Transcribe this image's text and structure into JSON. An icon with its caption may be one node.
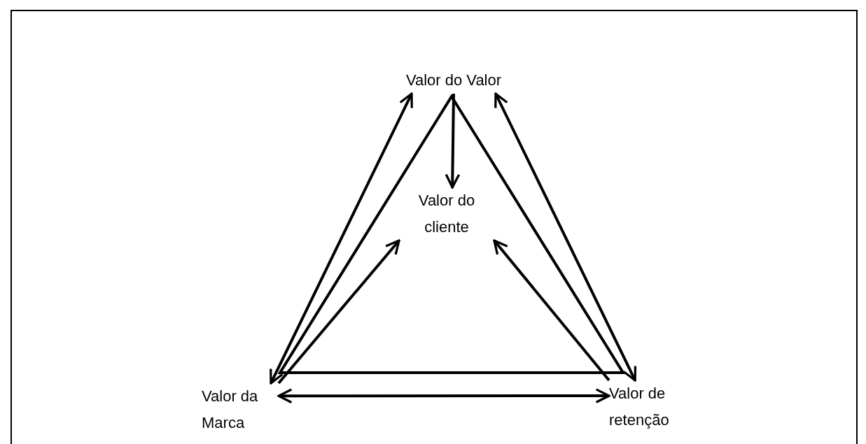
{
  "diagram": {
    "nodes": [
      {
        "text": [
          "Valor do Valor"
        ]
      },
      {
        "text": [
          "Valor do cliente"
        ]
      },
      {
        "text": [
          "Valor da Marca"
        ]
      },
      {
        "text": [
          "Valor de retenção"
        ]
      }
    ],
    "edges": [
      {
        "from": 0,
        "to": 2,
        "arrow": "both"
      },
      {
        "from": 0,
        "to": 3,
        "arrow": "both"
      },
      {
        "from": 2,
        "to": 3,
        "arrow": "both"
      },
      {
        "from": 0,
        "to": 1,
        "arrow": "to"
      },
      {
        "from": 2,
        "to": 1,
        "arrow": "to"
      },
      {
        "from": 3,
        "to": 1,
        "arrow": "to"
      }
    ]
  }
}
